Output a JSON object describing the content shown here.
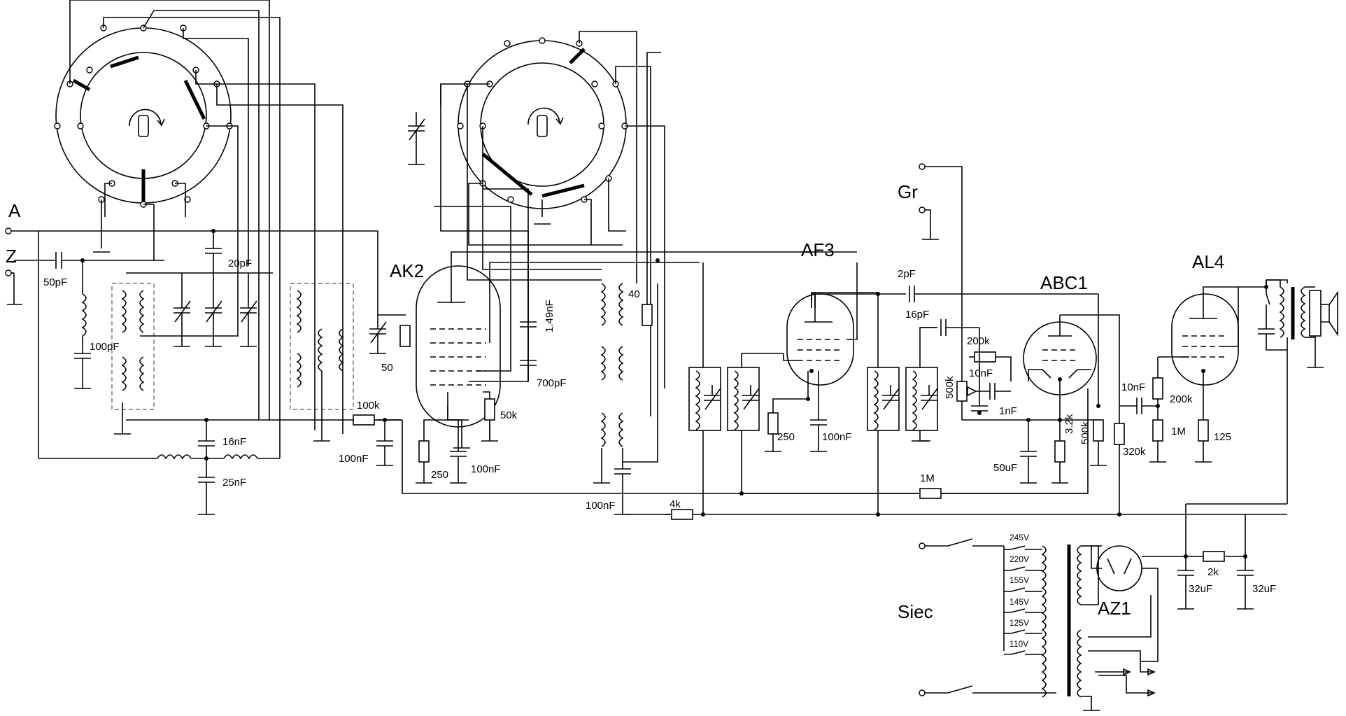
{
  "inputs": {
    "antenna": "A",
    "ground": "Z",
    "gramophone": "Gr",
    "mains": "Siec"
  },
  "tubes": {
    "mixer": "AK2",
    "if_amp": "AF3",
    "detector": "ABC1",
    "output": "AL4",
    "rectifier": "AZ1"
  },
  "components": {
    "c_50pf": "50pF",
    "c_100pf": "100pF",
    "c_20pf": "20pF",
    "c_16nf": "16nF",
    "c_25nf": "25nF",
    "r_100k_a": "100k",
    "c_100nf_a": "100nF",
    "trim_50": "50",
    "r_250_a": "250",
    "c_100nf_b": "100nF",
    "r_50k": "50k",
    "c_149nf": "1.49nF",
    "c_700pf": "700pF",
    "r_40": "40",
    "c_100nf_c": "100nF",
    "r_4k": "4k",
    "r_250_b": "250",
    "c_100nf_d": "100nF",
    "r_1m_a": "1M",
    "c_2pf": "2pF",
    "c_16pf": "16pF",
    "r_200k_a": "200k",
    "c_10nf_a": "10nF",
    "pot_500k_a": "500k",
    "c_1nf": "1nF",
    "r_3_2k": "3.2k",
    "c_50uf": "50uF",
    "r_500k_b": "500k",
    "r_320k": "320k",
    "c_10nf_b": "10nF",
    "r_200k_b": "200k",
    "r_1m_b": "1M",
    "r_125": "125",
    "r_2k": "2k",
    "c_32uf_a": "32uF",
    "c_32uf_b": "32uF"
  },
  "voltage_taps": [
    "245V",
    "220V",
    "155V",
    "145V",
    "125V",
    "110V"
  ]
}
